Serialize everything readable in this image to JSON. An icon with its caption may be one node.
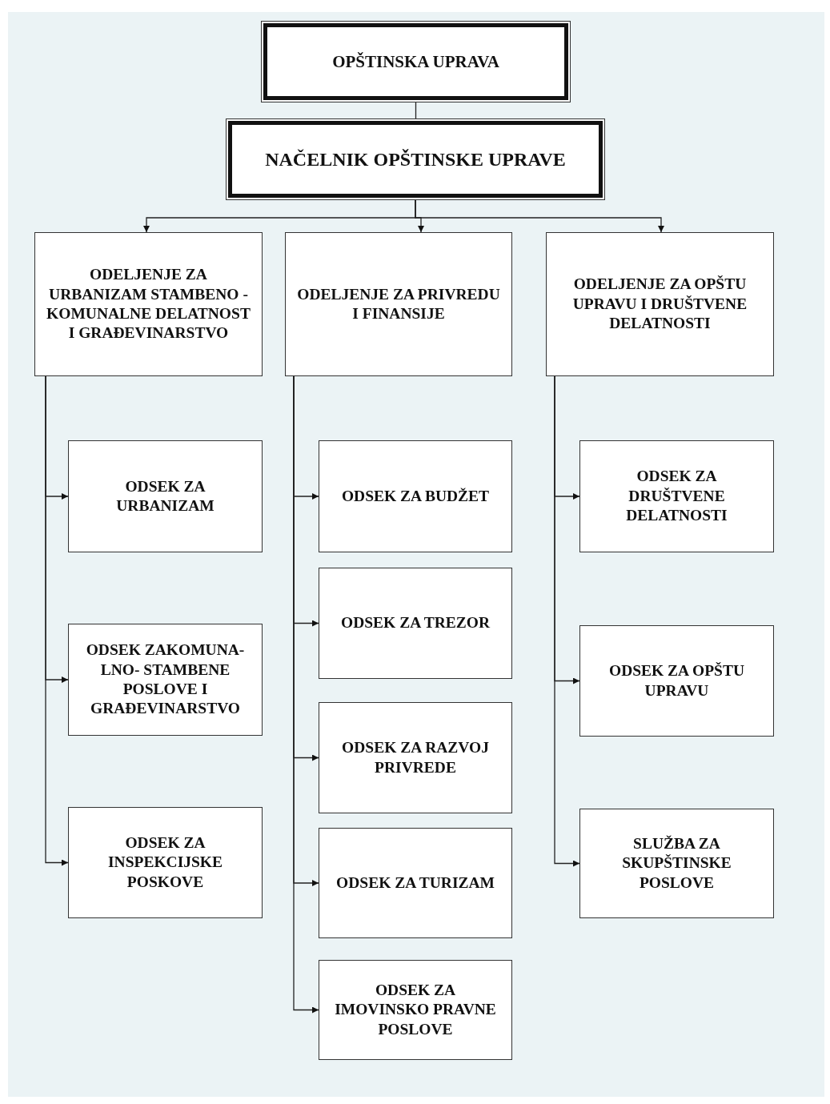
{
  "diagram": {
    "nodes": [
      {
        "text": [
          "OPŠTINSKA UPRAVA"
        ]
      },
      {
        "text": [
          "NAČELNIK OPŠTINSKE UPRAVE"
        ]
      },
      {
        "text": [
          "ODELJENJE ZA URBANIZAM STAMBENO - KOMUNALNE DELATNOST I GRAĐEVINARSTVO"
        ]
      },
      {
        "text": [
          "ODELJENJE ZA PRIVREDU I FINANSIJE"
        ]
      },
      {
        "text": [
          "ODELJENJE ZA OPŠTU UPRAVU I DRUŠTVENE DELATNOSTI"
        ]
      },
      {
        "text": [
          "ODSEK ZA URBANIZAM"
        ]
      },
      {
        "text": [
          "ODSEK ZAKOMUNA- LNO- STAMBENE POSLOVE I GRAĐEVINARSTVO"
        ]
      },
      {
        "text": [
          "ODSEK ZA INSPEKCIJSKE POSKOVE"
        ]
      },
      {
        "text": [
          "ODSEK ZA BUDŽET"
        ]
      },
      {
        "text": [
          "ODSEK ZA TREZOR"
        ]
      },
      {
        "text": [
          "ODSEK ZA RAZVOJ PRIVREDE"
        ]
      },
      {
        "text": [
          "ODSEK ZA TURIZAM"
        ]
      },
      {
        "text": [
          "ODSEK ZA IMOVINSKO PRAVNE POSLOVE"
        ]
      },
      {
        "text": [
          "ODSEK ZA DRUŠTVENE DELATNOSTI"
        ]
      },
      {
        "text": [
          "ODSEK ZA OPŠTU UPRAVU"
        ]
      },
      {
        "text": [
          "SLUŽBA ZA SKUPŠTINSKE POSLOVE"
        ]
      }
    ],
    "edges": [
      {
        "from": 0,
        "to": 1,
        "arrow": "none"
      },
      {
        "from": 1,
        "to": 2,
        "arrow": "to"
      },
      {
        "from": 1,
        "to": 3,
        "arrow": "to"
      },
      {
        "from": 1,
        "to": 4,
        "arrow": "to"
      },
      {
        "from": 2,
        "to": 5,
        "arrow": "to"
      },
      {
        "from": 2,
        "to": 6,
        "arrow": "to"
      },
      {
        "from": 2,
        "to": 7,
        "arrow": "to"
      },
      {
        "from": 3,
        "to": 8,
        "arrow": "to"
      },
      {
        "from": 3,
        "to": 9,
        "arrow": "to"
      },
      {
        "from": 3,
        "to": 10,
        "arrow": "to"
      },
      {
        "from": 3,
        "to": 11,
        "arrow": "to"
      },
      {
        "from": 3,
        "to": 12,
        "arrow": "to"
      },
      {
        "from": 4,
        "to": 13,
        "arrow": "to"
      },
      {
        "from": 4,
        "to": 14,
        "arrow": "to"
      },
      {
        "from": 4,
        "to": 15,
        "arrow": "to"
      }
    ]
  }
}
